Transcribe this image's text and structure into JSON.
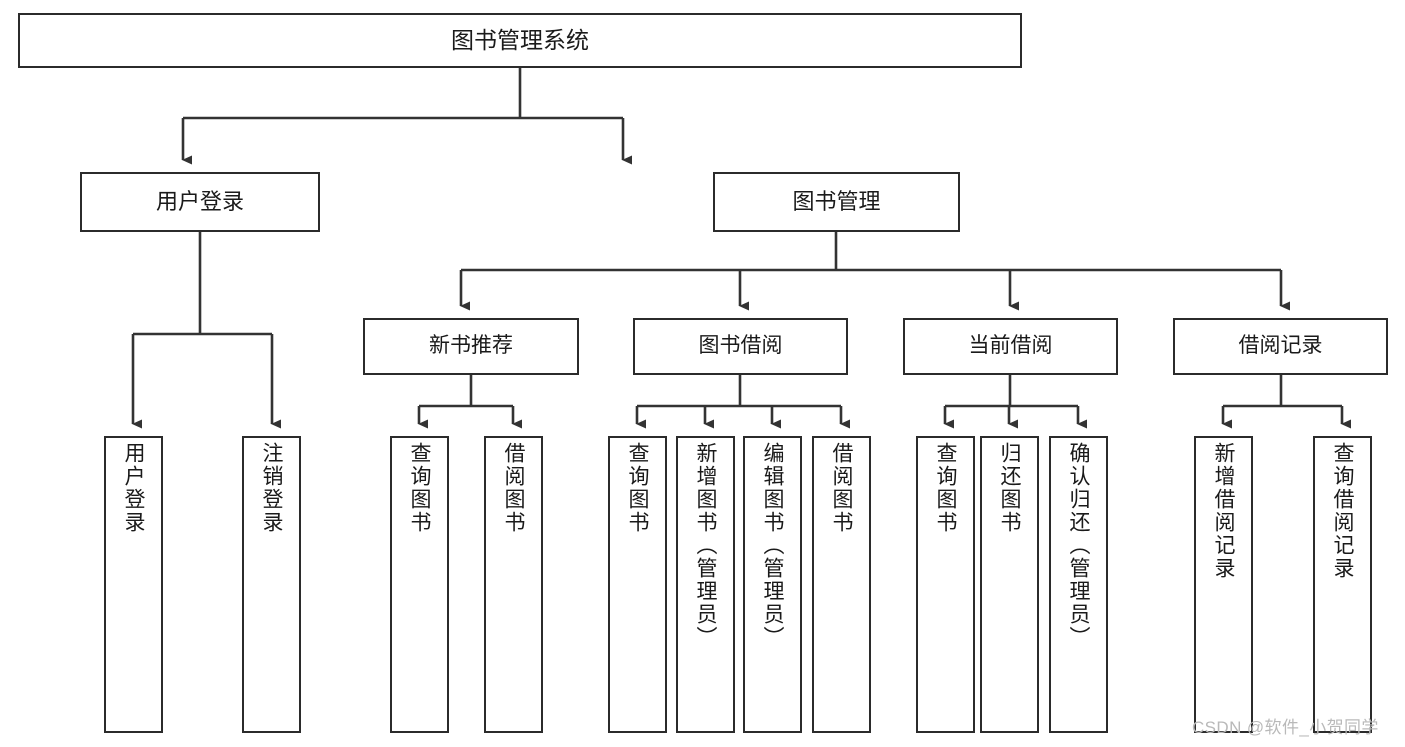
{
  "diagram": {
    "title": "图书管理系统",
    "type": "hierarchy-tree",
    "watermark": "CSDN @软件_小贺同学",
    "colors": {
      "box_border": "#2b2b2b",
      "box_fill": "#ffffff",
      "connector": "#333333",
      "text": "#1a1a1a",
      "watermark": "#b9b9b9"
    },
    "root": {
      "label": "图书管理系统"
    },
    "level2": [
      {
        "id": "user-login",
        "label": "用户登录"
      },
      {
        "id": "book-manage",
        "label": "图书管理"
      }
    ],
    "level3": [
      {
        "id": "new-book-recommend",
        "label": "新书推荐"
      },
      {
        "id": "book-borrow",
        "label": "图书借阅"
      },
      {
        "id": "current-borrow",
        "label": "当前借阅"
      },
      {
        "id": "borrow-record",
        "label": "借阅记录"
      }
    ],
    "leaves": [
      {
        "id": "leaf-user-login",
        "label": "用户登录",
        "parent": "user-login"
      },
      {
        "id": "leaf-logout-login",
        "label": "注销登录",
        "parent": "user-login"
      },
      {
        "id": "leaf-query-book-1",
        "label": "查询图书",
        "parent": "new-book-recommend"
      },
      {
        "id": "leaf-borrow-book-1",
        "label": "借阅图书",
        "parent": "new-book-recommend"
      },
      {
        "id": "leaf-query-book-2",
        "label": "查询图书",
        "parent": "book-borrow"
      },
      {
        "id": "leaf-add-book",
        "label": "新增图书（管理员）",
        "parent": "book-borrow"
      },
      {
        "id": "leaf-edit-book",
        "label": "编辑图书（管理员）",
        "parent": "book-borrow"
      },
      {
        "id": "leaf-borrow-book-2",
        "label": "借阅图书",
        "parent": "book-borrow"
      },
      {
        "id": "leaf-query-book-3",
        "label": "查询图书",
        "parent": "current-borrow"
      },
      {
        "id": "leaf-return-book",
        "label": "归还图书",
        "parent": "current-borrow"
      },
      {
        "id": "leaf-confirm-return",
        "label": "确认归还（管理员）",
        "parent": "current-borrow"
      },
      {
        "id": "leaf-add-record",
        "label": "新增借阅记录",
        "parent": "borrow-record"
      },
      {
        "id": "leaf-query-record",
        "label": "查询借阅记录",
        "parent": "borrow-record"
      }
    ]
  }
}
